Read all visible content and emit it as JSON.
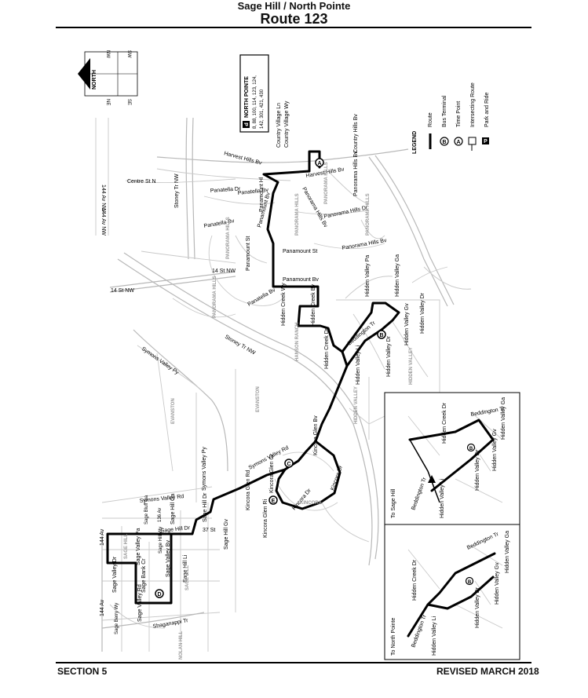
{
  "header": {
    "subtitle": "Sage Hill / North Pointe",
    "title": "Route 123"
  },
  "footer": {
    "section": "SECTION 5",
    "revised": "REVISED MARCH 2018"
  },
  "compass": {
    "north": "NORTH",
    "quadrants": [
      "NE",
      "SE",
      "NW",
      "SW"
    ]
  },
  "terminal": {
    "name": "NORTH POINTE",
    "routes_line1": "8, 88, 100, 114, 123, 124,",
    "routes_line2": "142, 301, 421, 430"
  },
  "legend": {
    "title": "LEGEND",
    "items": [
      {
        "symbol": "line",
        "label": "Route"
      },
      {
        "symbol": "B",
        "label": "Bus Terminal"
      },
      {
        "symbol": "A",
        "label": "Time Point"
      },
      {
        "symbol": "box",
        "label": "Intersecting Route"
      },
      {
        "symbol": "P",
        "label": "Park and Ride"
      }
    ]
  },
  "time_points": [
    "A",
    "B",
    "C",
    "D",
    "E"
  ],
  "streets": {
    "country_village_ln": "Country Village Ln",
    "country_village_wy": "Country Village Wy",
    "country_hills_bv": "Country Hills Bv",
    "harvest_hills_bv_w": "Harvest Hills Bv",
    "harvest_hills_bv_e": "Harvest Hills Bv",
    "centre_st": "Centre St N",
    "panatella_dr": "Panatella Dr",
    "panatella_bv": "Panatella Bv",
    "panatella_bv2": "Panatella Bv",
    "panatella_bv3": "Panatella Bv",
    "panamount_hl": "Panamount Hl",
    "panamount_bv": "Panamount Bv",
    "panamount_bv2": "Panamount Bv",
    "panamount_st": "Panamount St",
    "panamount_st2": "Panamount St",
    "panorama_hills_bv": "Panorama Hills Bv",
    "panorama_hills_dr": "Panorama Hills Dr",
    "panorama_hills_bv2": "Panorama Hills Bv",
    "av144_nw": "144 Av NW",
    "av144_nw2": "144 Av NW",
    "stoney_tr_nw": "Stoney Tr NW",
    "stoney_tr_nw2": "Stoney Tr NW",
    "st14_nw": "14 St NW",
    "st14_nw2": "14 St NW",
    "hidden_creek_wy": "Hidden Creek Wy",
    "hidden_creek_bv": "Hidden Creek Bv",
    "hidden_valley_pa": "Hidden Valley Pa",
    "hidden_valley_ga": "Hidden Valley Ga",
    "beddington_tr": "Beddington Tr",
    "hidden_valley_gv": "Hidden Valley Gv",
    "hidden_valley_dr": "Hidden Valley Dr",
    "hidden_creek_dr": "Hidden Creek Dr",
    "hidden_valley_li": "Hidden Valley Li",
    "hidden_valley_dr2": "Hidden Valley Dr",
    "symons_valley_py": "Symons Valley Py",
    "symons_valley_py2": "Symons Valley Py",
    "symons_valley_rd": "Symons Valley Rd",
    "symons_valley_rd2": "Symons Valley Rd",
    "kincora_glen_bv": "Kincora Glen Bv",
    "kincora_dr": "Kincora Dr",
    "kincora_dr2": "Kincora Dr",
    "kincora_glen_gr": "Kincora Glen Gr",
    "kincora_glen_rd": "Kincora Glen Rd",
    "kincora_glen_ri": "Kincora Glen Ri",
    "sage_hill_dr": "Sage Hill Dr",
    "sage_hill_dr2": "Sage Hill Dr",
    "sage_hill_gv": "Sage Hill Gv",
    "sage_hill_ga": "Sage Hill Ga",
    "sage_hill_li": "Sage Hill Li",
    "sage_bluff_ga": "Sage Bluff Ga",
    "sage_hill_wy": "Sage Hill Wy",
    "sage_valley_pa": "Sage Valley Pa",
    "sage_valley_bv": "Sage Valley Bv",
    "sage_valley_dr": "Sage Valley Dr",
    "sage_bank_cr": "Sage Bank Cr",
    "sage_valley_rd": "Sage Valley Rd",
    "sage_berry_wy": "Sage Berry Wy",
    "shaganappi_tr": "Shaganappi Tr",
    "st37": "37 St",
    "av136": "136 Av",
    "av144_a": "144 Av",
    "av144_b": "144 Av"
  },
  "areas": {
    "panorama_hills_1": "PANORAMA HILLS",
    "panorama_hills_2": "PANORAMA HILLS",
    "panorama_hills_3": "PANORAMA HILLS",
    "panorama_hills_4": "PANORAMA HILLS",
    "panorama_hills_5": "PANORAMA HILLS",
    "hanson_ranch": "HANSON RANCH",
    "hidden_valley_1": "HIDDEN VALLEY",
    "hidden_valley_2": "HIDDEN VALLEY",
    "evanston_1": "EVANSTON",
    "evanston_2": "EVANSTON",
    "kincora": "KINCORA",
    "sage_hill_1": "SAGE HILL",
    "sage_hill_2": "SAGE HILL",
    "nolan_hill": "NOLAN HILL"
  },
  "insets": {
    "to_sage_hill": "To Sage Hill",
    "to_north_pointe": "To North Pointe",
    "a_beddington_tr1": "Beddington Tr",
    "a_beddington_tr2": "Beddington Tr",
    "a_hidden_valley_ga": "Hidden Valley Ga",
    "a_hidden_creek_dr": "Hidden Creek Dr",
    "a_hidden_valley_gv": "Hidden Valley Gv",
    "a_hidden_valley_dr": "Hidden Valley Dr",
    "a_hidden_valley_li": "Hidden Valley Li",
    "b_beddington_tr1": "Beddington Tr",
    "b_beddington_tr2": "Beddington Tr",
    "b_hidden_valley_ga": "Hidden Valley Ga",
    "b_hidden_creek_dr": "Hidden Creek Dr",
    "b_hidden_valley_gv": "Hidden Valley Gv",
    "b_hidden_valley_dr": "Hidden Valley Dr",
    "b_hidden_valley_li": "Hidden Valley Li"
  },
  "colors": {
    "route": "#000000",
    "streets": "#b8b8b8",
    "area_labels": "#999999"
  }
}
